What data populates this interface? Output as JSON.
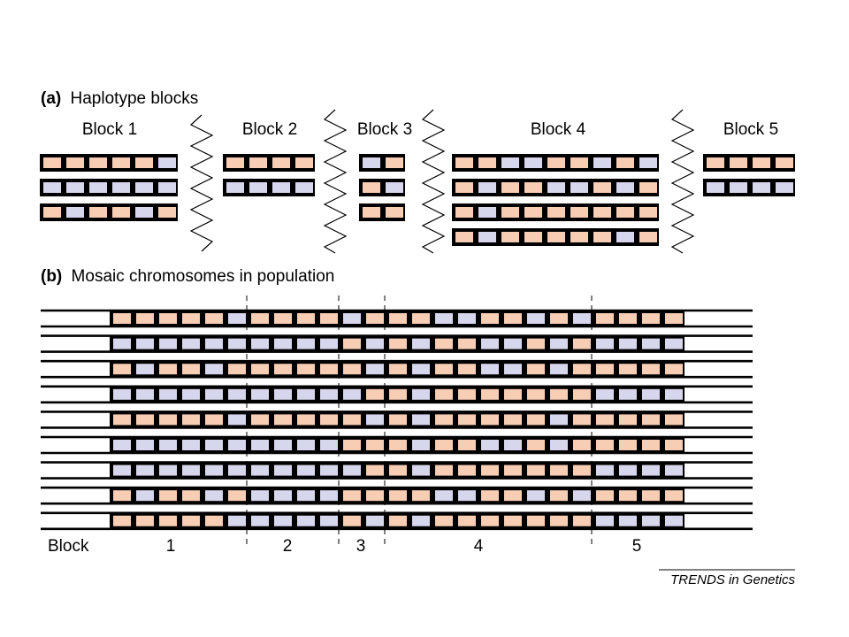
{
  "panel_a": {
    "label": "(a)",
    "title": "Haplotype blocks",
    "blocks": [
      {
        "label": "Block 1",
        "haplotypes": [
          "PPPPPB",
          "BBBBBB",
          "PBPPBP"
        ]
      },
      {
        "label": "Block 2",
        "haplotypes": [
          "PPPP",
          "BBBB"
        ]
      },
      {
        "label": "Block 3",
        "haplotypes": [
          "BP",
          "PB",
          "PP"
        ]
      },
      {
        "label": "Block 4",
        "haplotypes": [
          "PPBBPPBPB",
          "PBPPBBPBP",
          "PBPPPPPPP",
          "PBPPPPPBP"
        ]
      },
      {
        "label": "Block 5",
        "haplotypes": [
          "PPPP",
          "BBBB"
        ]
      }
    ]
  },
  "panel_b": {
    "label": "(b)",
    "title": "Mosaic chromosomes in population",
    "row_label": "Block",
    "block_numbers": [
      "1",
      "2",
      "3",
      "4",
      "5"
    ],
    "chromosomes": [
      [
        0,
        0,
        0,
        0,
        0
      ],
      [
        1,
        1,
        1,
        1,
        1
      ],
      [
        2,
        0,
        1,
        1,
        0
      ],
      [
        1,
        1,
        0,
        2,
        1
      ],
      [
        0,
        0,
        1,
        3,
        0
      ],
      [
        1,
        1,
        2,
        1,
        0
      ],
      [
        1,
        1,
        0,
        2,
        1
      ],
      [
        2,
        1,
        2,
        0,
        0
      ],
      [
        0,
        1,
        1,
        2,
        1
      ]
    ]
  },
  "source": "TRENDS in Genetics",
  "colors": {
    "peach": "#f7cdb4",
    "blue": "#d6d6ec",
    "outline": "#000000"
  }
}
